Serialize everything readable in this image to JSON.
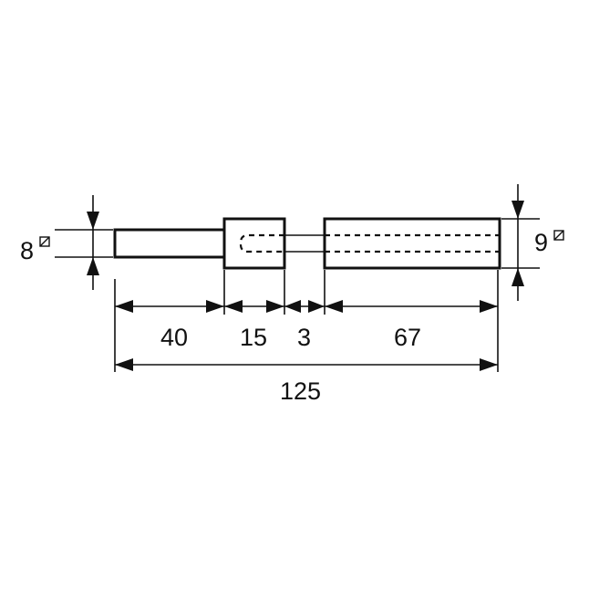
{
  "dimensions": {
    "left_height": {
      "value": "8"
    },
    "right_height": {
      "value": "9"
    },
    "seg1": "40",
    "seg2": "15",
    "seg3": "3",
    "seg4": "67",
    "overall": "125"
  }
}
